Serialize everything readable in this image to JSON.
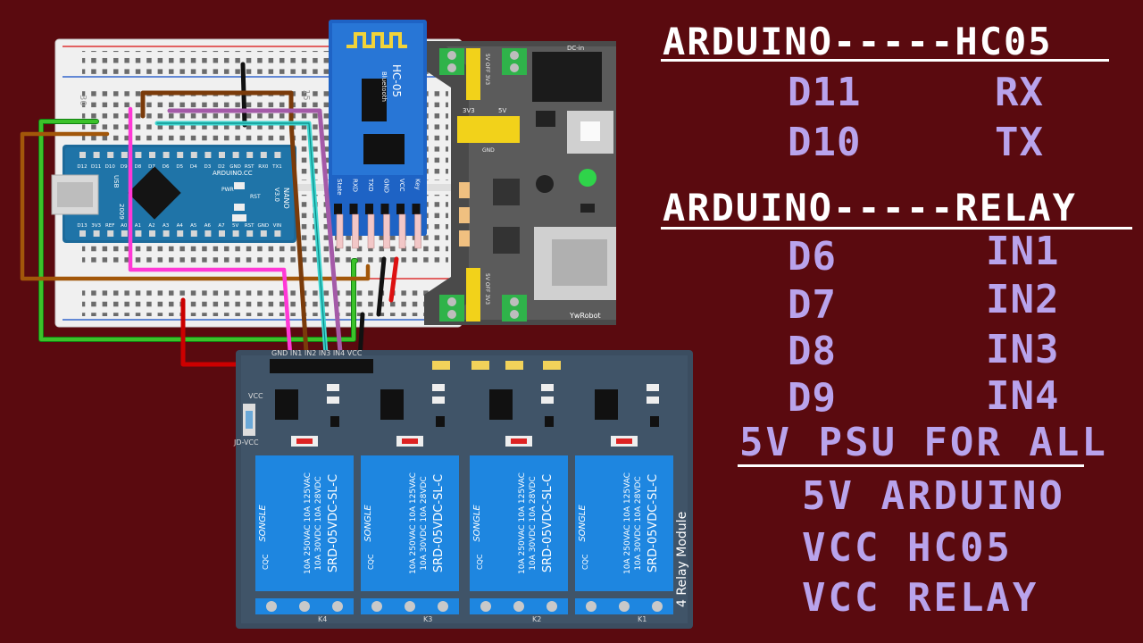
{
  "right_panel": {
    "hc05_header": "ARDUINO-----HC05",
    "hc05_pairs": [
      {
        "arduino": "D11",
        "module": "RX"
      },
      {
        "arduino": "D10",
        "module": "TX"
      }
    ],
    "relay_header": "ARDUINO-----RELAY",
    "relay_pairs": [
      {
        "arduino": "D6",
        "module": "IN1"
      },
      {
        "arduino": "D7",
        "module": "IN2"
      },
      {
        "arduino": "D8",
        "module": "IN3"
      },
      {
        "arduino": "D9",
        "module": "IN4"
      }
    ],
    "psu_header": "5V PSU FOR ALL",
    "psu_items": [
      "5V ARDUINO",
      "VCC HC05",
      "VCC RELAY"
    ]
  },
  "hc05": {
    "title": "HC-05",
    "subtitle": "Bluetooth",
    "pins": [
      "State",
      "RXD",
      "TXD",
      "GND",
      "VCC",
      "Key"
    ]
  },
  "nano": {
    "top_pins": [
      "D12",
      "D11",
      "D10",
      "D9",
      "D8",
      "D7",
      "D6",
      "D5",
      "D4",
      "D3",
      "D2",
      "GND",
      "RST",
      "RX0",
      "TX1"
    ],
    "bottom_pins": [
      "D13",
      "3V3",
      "REF",
      "A0",
      "A1",
      "A2",
      "A3",
      "A4",
      "A5",
      "A6",
      "A7",
      "5V",
      "RST",
      "GND",
      "VIN"
    ],
    "brand": "ARDUINO.CC",
    "model": "NANO",
    "version": "V3.0",
    "year": "2009",
    "usb": "USB",
    "rst": "RST",
    "pwr": "PWR"
  },
  "power_module": {
    "dc_in": "DC-in",
    "brand": "YwRobot",
    "v33": "3V3",
    "v5": "5V",
    "gnd": "GND",
    "rail_label": "5V OFF 3V3"
  },
  "relay_module": {
    "name": "4 Relay Module",
    "header": "GND IN1 IN2 IN3 IN4 VCC",
    "vcc": "VCC",
    "jdvcc": "JD-VCC",
    "relay_brand": "SONGLE",
    "relay_ratings": [
      "10A 250VAC 10A 125VAC",
      "10A 30VDC 10A 28VDC"
    ],
    "relay_model": "SRD-05VDC-SL-C",
    "relay_cert": "CQC",
    "channels": [
      "K4",
      "K3",
      "K2",
      "K1"
    ]
  },
  "breadboard": {
    "col_30": "30",
    "col_15": "15"
  }
}
